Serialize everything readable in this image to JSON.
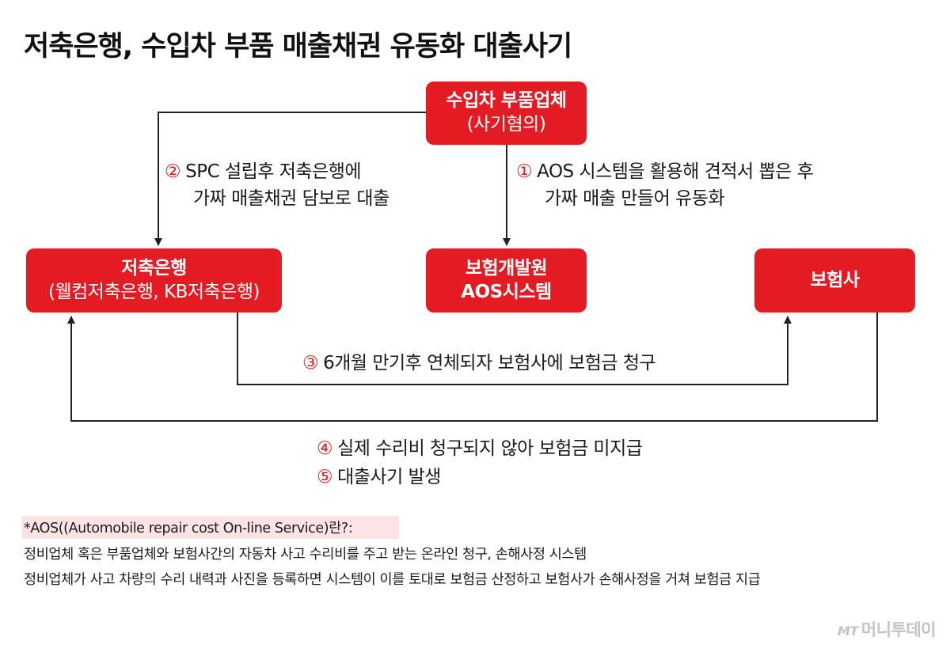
{
  "title": "저축은행, 수입차 부품 매출채권 유동화 대출사기",
  "colors": {
    "accent": "#e41b23",
    "note_highlight": "#fde3e3"
  },
  "nodes": {
    "parts_company": {
      "line1": "수입차 부품업체",
      "line2": "(사기혐의)"
    },
    "savings_bank": {
      "line1": "저축은행",
      "line2": "(웰컴저축은행, KB저축은행)"
    },
    "insurance_dev": {
      "line1": "보험개발원",
      "line2": "AOS시스템"
    },
    "insurer": {
      "line1": "보험사"
    }
  },
  "steps": {
    "s1": {
      "num": "①",
      "line1": "AOS 시스템을 활용해 견적서 뽑은 후",
      "line2": "가짜 매출 만들어 유동화"
    },
    "s2": {
      "num": "②",
      "line1": "SPC 설립후 저축은행에",
      "line2": "가짜 매출채권 담보로 대출"
    },
    "s3": {
      "num": "③",
      "text": "6개월 만기후 연체되자 보험사에 보험금 청구"
    },
    "s4": {
      "num": "④",
      "text": "실제 수리비 청구되지 않아 보험금 미지급"
    },
    "s5": {
      "num": "⑤",
      "text": "대출사기 발생"
    }
  },
  "notes": {
    "heading": "*AOS((Automobile repair cost On-line Service)란?:",
    "line1": "정비업체 혹은 부품업체와 보험사간의 자동차 사고 수리비를 주고 받는 온라인 청구, 손해사정 시스템",
    "line2": "정비업체가 사고 차량의 수리 내력과 사진을 등록하면 시스템이 이를 토대로 보험금 산정하고 보험사가 손해사정을 거쳐 보험금 지급"
  },
  "logo": {
    "mark": "MT",
    "text": "머니투데이"
  }
}
